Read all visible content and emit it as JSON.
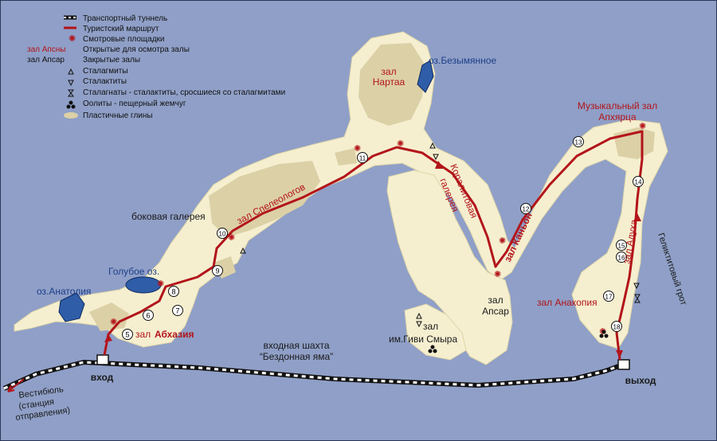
{
  "colors": {
    "background": "#8f9fc7",
    "cave_floor": "#f5efd0",
    "clay": "#dcd0a6",
    "lake": "#2f5da8",
    "route": "#b3141a",
    "tunnel": "#111111"
  },
  "legend": {
    "tunnel": "Транспортный туннель",
    "route": "Туристский маршрут",
    "viewpoints": "Смотровые площадки",
    "open_halls_sample": "зал Апсны",
    "open_halls": "Открытые для осмотра залы",
    "closed_halls_sample": "зал Апсар",
    "closed_halls": "Закрытые залы",
    "stalagmites": "Сталагмиты",
    "stalactites": "Сталактиты",
    "stalagnates": "Сталагнаты - сталактиты, сросшиеся со сталагмитами",
    "oolites": "Оолиты - пещерный жемчуг",
    "clays": "Пластичные глины"
  },
  "labels": {
    "hall_nartaa_1": "зал",
    "hall_nartaa_2": "Нартаа",
    "lake_unnamed": "оз.Безымянное",
    "music_hall_1": "Музыкальный зал",
    "music_hall_2": "Апхярца",
    "side_gallery": "боковая галерея",
    "hall_speleologists": "зал Спелеологов",
    "coral_gallery_1": "Коралитовая",
    "coral_gallery_2": "галерея",
    "hall_canyon": "зал Каньон",
    "hall_anakopia": "зал Анакопия",
    "hall_apsar_1": "зал",
    "hall_apsar_2": "Апсар",
    "hall_smyr_1": "зал",
    "hall_smyr_2": "им.Гиви Смыра",
    "blue_lake": "Голубое оз.",
    "lake_anatolia": "оз.Анатолия",
    "hall_abkhazia_prefix": "зал",
    "hall_abkhazia": "Абхазия",
    "shaft_1": "входная шахта",
    "shaft_2": "“Бездонная яма”",
    "hall_aduhaa": "зал Адуха",
    "helictite_grotto": "Геликтитовый грот",
    "entrance": "вход",
    "exit": "выход",
    "vestibule_1": "Вестибюль",
    "vestibule_2": "(станция",
    "vestibule_3": "отправления)"
  },
  "route_stops": [
    "5",
    "6",
    "7",
    "8",
    "9",
    "10",
    "11",
    "12",
    "13",
    "14",
    "15",
    "16",
    "17",
    "18"
  ]
}
